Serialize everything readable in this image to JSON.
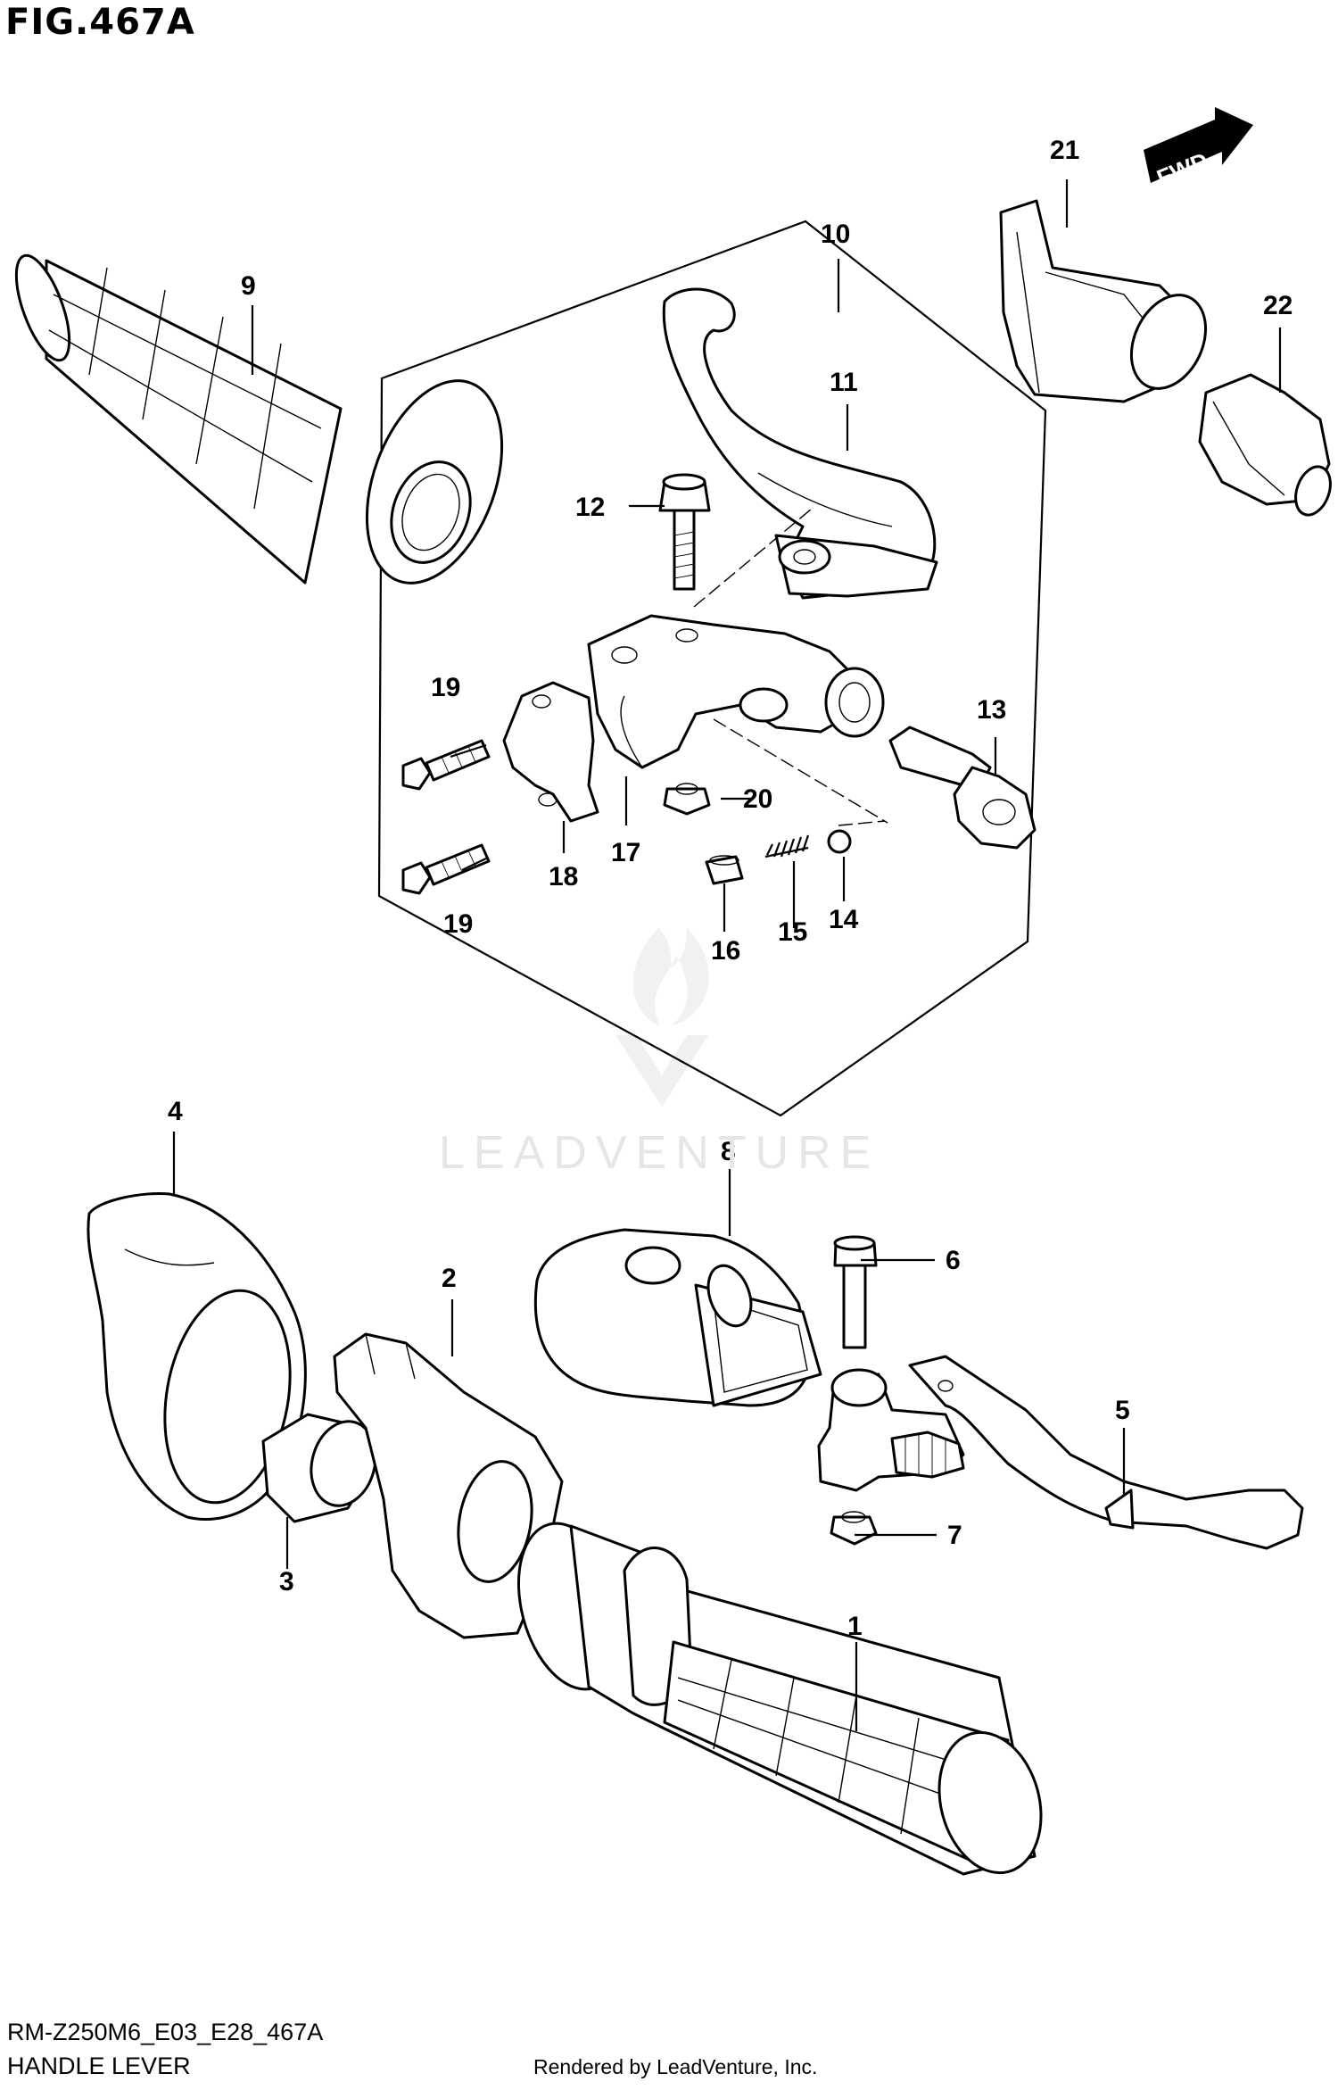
{
  "figure": {
    "title": "FIG.467A",
    "model_code": "RM-Z250M6_E03_E28_467A",
    "description": "HANDLE LEVER",
    "credit": "Rendered by LeadVenture, Inc.",
    "watermark": "LEADVENTURE",
    "direction_label": "FWD"
  },
  "callouts": [
    "1",
    "2",
    "3",
    "4",
    "5",
    "6",
    "7",
    "8",
    "9",
    "10",
    "11",
    "12",
    "13",
    "14",
    "15",
    "16",
    "17",
    "18",
    "19",
    "19",
    "20",
    "21",
    "22"
  ],
  "icons": [
    "forward-arrow-icon",
    "leadventure-logo-icon"
  ],
  "colors": {
    "line": "#000000",
    "background": "#ffffff",
    "watermark": "#e6e6e6"
  }
}
